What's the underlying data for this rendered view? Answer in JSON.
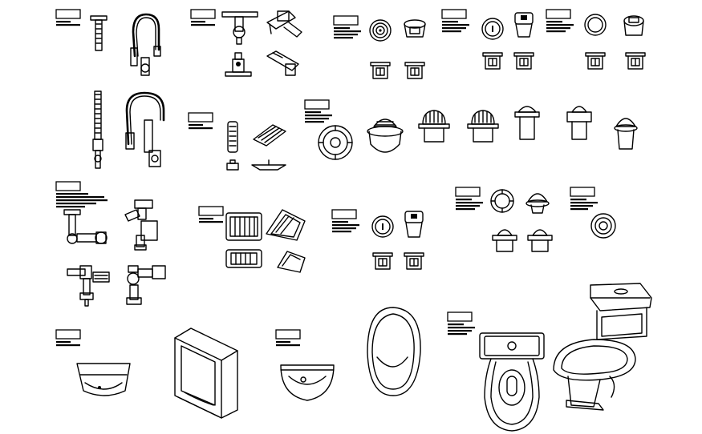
{
  "drawing": {
    "background": "#ffffff",
    "ink": "#000000",
    "label_text": ""
  },
  "groups": [
    {
      "id": "pull-down-faucets",
      "icon": "faucet-icon"
    },
    {
      "id": "single-lever-faucets",
      "icon": "faucet-icon"
    },
    {
      "id": "floor-drains-a",
      "icon": "drain-icon"
    },
    {
      "id": "floor-drains-b",
      "icon": "drain-icon"
    },
    {
      "id": "floor-drains-c",
      "icon": "drain-icon"
    },
    {
      "id": "spring-faucets",
      "icon": "faucet-icon"
    },
    {
      "id": "linear-drains",
      "icon": "drain-icon"
    },
    {
      "id": "dome-drains",
      "icon": "drain-icon"
    },
    {
      "id": "flush-valves",
      "icon": "valve-icon"
    },
    {
      "id": "trench-grates",
      "icon": "grate-icon"
    },
    {
      "id": "floor-drains-d",
      "icon": "drain-icon"
    },
    {
      "id": "roof-drains",
      "icon": "drain-icon"
    },
    {
      "id": "strainer",
      "icon": "drain-icon"
    },
    {
      "id": "corner-sink",
      "icon": "sink-icon"
    },
    {
      "id": "wall-urinal",
      "icon": "urinal-icon"
    },
    {
      "id": "round-basin",
      "icon": "sink-icon"
    },
    {
      "id": "egg-urinal",
      "icon": "urinal-icon"
    },
    {
      "id": "toilets",
      "icon": "toilet-icon"
    }
  ]
}
